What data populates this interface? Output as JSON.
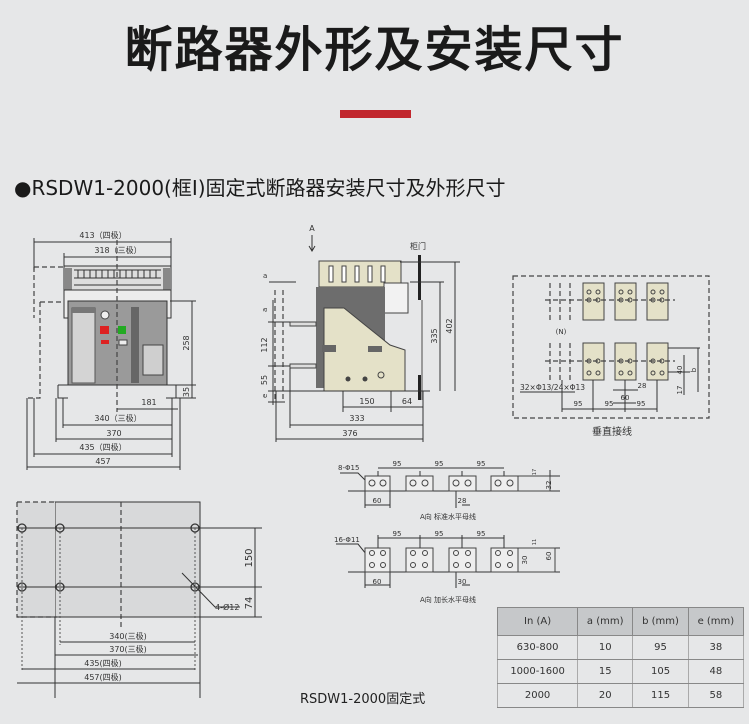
{
  "title": "断路器外形及安装尺寸",
  "subtitle": "●RSDW1-2000(框I)固定式断路器安装尺寸及外形尺寸",
  "colors": {
    "accent": "#c1272d",
    "background": "#e6e7e8",
    "body": "#e4e1c8",
    "dark": "#6a6a6a"
  },
  "front_view": {
    "d413": "413（四极）",
    "d318": "318（三极）",
    "d258": "258",
    "d35": "35",
    "d181": "181",
    "d340": "340（三极）",
    "d370": "370",
    "d435": "435（四极）",
    "d457": "457"
  },
  "side_view": {
    "arrow": "A",
    "door": "柜门",
    "d402": "402",
    "d335": "335",
    "d150": "150",
    "d64": "64",
    "d333": "333",
    "d376": "376",
    "a1": "a",
    "a2": "a",
    "d112": "112",
    "d55": "55",
    "e": "e"
  },
  "vertical": {
    "n": "(N)",
    "holes": "32×Φ13/24×Φ13",
    "d95a": "95",
    "d95b": "95",
    "d95c": "95",
    "d28": "28",
    "d60": "60",
    "d40": "40",
    "b": "b",
    "d17": "17",
    "label": "垂直接线"
  },
  "horizontal_std": {
    "holes": "8-Φ15",
    "d95a": "95",
    "d95b": "95",
    "d95c": "95",
    "d60": "60",
    "d28": "28",
    "d32": "32",
    "d17": "17",
    "label": "A向  标准水平母线"
  },
  "horizontal_ext": {
    "holes": "16-Φ11",
    "d95a": "95",
    "d95b": "95",
    "d95c": "95",
    "d60": "60",
    "d30": "30",
    "d30v": "30",
    "d60v": "60",
    "d11": "11",
    "label": "A向  加长水平母线"
  },
  "mounting": {
    "d150": "150",
    "d74": "74",
    "holes": "4-Ø12",
    "d340": "340(三极)",
    "d370": "370(三极)",
    "d435": "435(四极)",
    "d457": "457(四极)"
  },
  "table": {
    "headers": [
      "In (A)",
      "a (mm)",
      "b (mm)",
      "e (mm)"
    ],
    "rows": [
      [
        "630-800",
        "10",
        "95",
        "38"
      ],
      [
        "1000-1600",
        "15",
        "105",
        "48"
      ],
      [
        "2000",
        "20",
        "115",
        "58"
      ]
    ]
  },
  "caption": "RSDW1-2000固定式"
}
